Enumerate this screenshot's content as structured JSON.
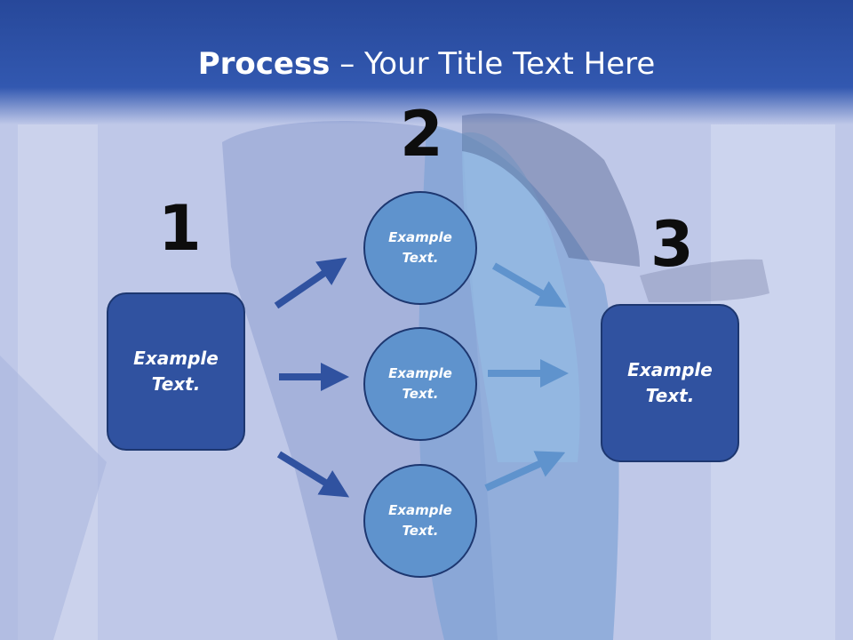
{
  "title": {
    "bold": "Process",
    "rest": " – Your Title Text Here"
  },
  "steps": {
    "one": "1",
    "two": "2",
    "three": "3"
  },
  "box_left": {
    "line1": "Example",
    "line2": "Text."
  },
  "box_right": {
    "line1": "Example",
    "line2": "Text."
  },
  "circles": [
    {
      "line1": "Example",
      "line2": "Text."
    },
    {
      "line1": "Example",
      "line2": "Text."
    },
    {
      "line1": "Example",
      "line2": "Text."
    }
  ],
  "colors": {
    "dark_arrow": "#3052a0",
    "light_arrow": "#5f93cd",
    "box_fill": "#3052a0",
    "circle_fill": "#5f93cd"
  }
}
